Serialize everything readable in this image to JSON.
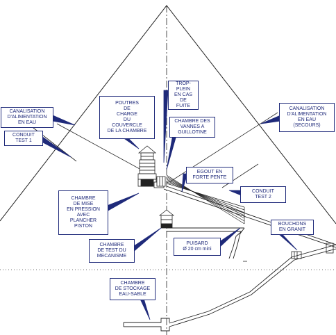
{
  "diagram": {
    "line_color": "#222222",
    "callout_color": "#1f2a7a",
    "labels": {
      "canal_eau": "CANALISATION\nD'ALIMENTATION\nEN EAU",
      "conduit_test1": "CONDUIT\nTEST 1",
      "poutres": "POUTRES\nDE\nCHARGE\nDU\nCOUVERCLE\nDE LA CHAMBRE",
      "trop_plein": "TROP-PLEIN\nEN CAS\nDE\nFUITE",
      "chambre_vannes": "CHAMBRE DES\nVANNES A\nGUILLOTINE",
      "canal_secours": "CANALISATION\nD'ALIMENTATION\nEN EAU\n(SECOURS)",
      "egout": "EGOUT EN\nFORTE PENTE",
      "conduit_test2": "CONDUIT\nTEST 2",
      "chambre_mise": "CHAMBRE\nDE MISE\nEN PRESSION\nAVEC\nPLANCHER\nPISTON",
      "bouchons": "BOUCHONS\nEN GRANIT",
      "chambre_test": "CHAMBRE\nDE TEST DU\nMECANISME",
      "puisard": "PUISARD\nØ 20 cm mini",
      "chambre_stockage": "CHAMBRE\nDE STOCKAGE\nEAU-SABLE"
    }
  }
}
